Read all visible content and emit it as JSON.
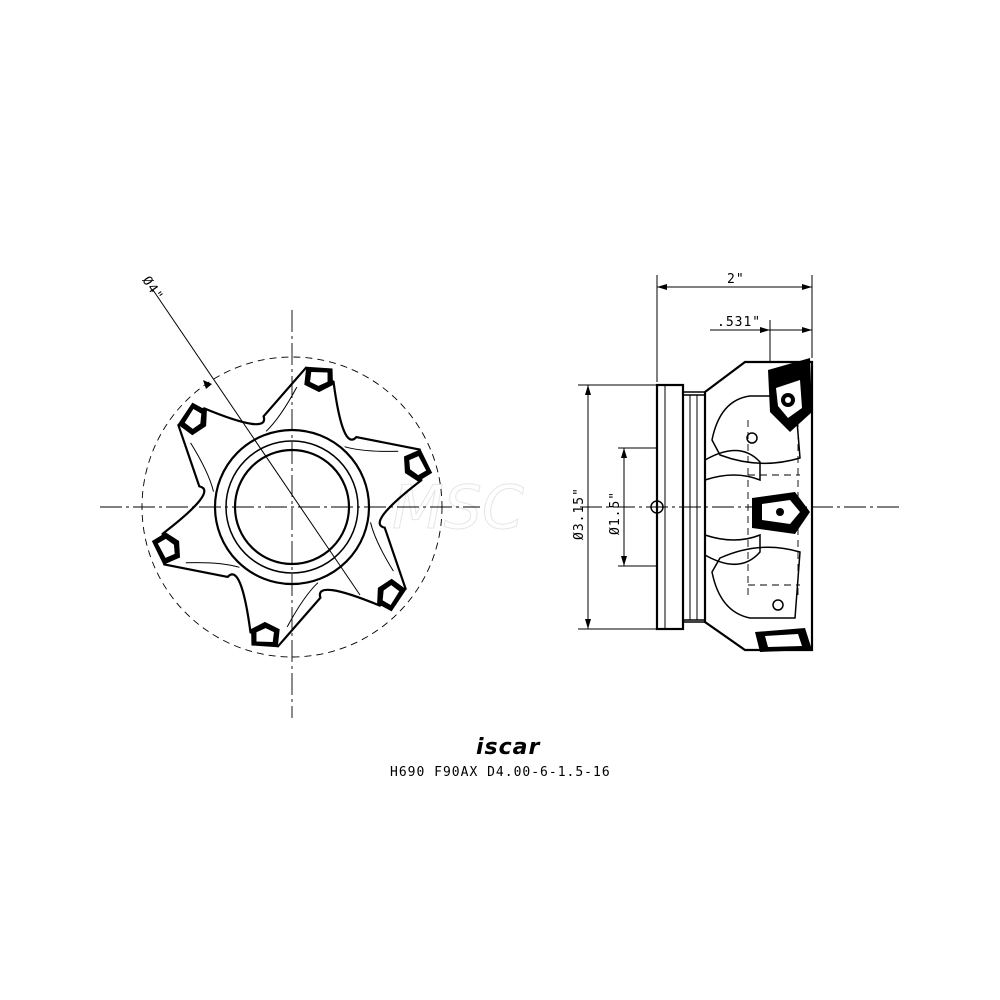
{
  "front_view": {
    "dim_diameter": "Ø4\""
  },
  "side_view": {
    "dim_length": "2\"",
    "dim_offset": ".531\"",
    "dim_body_diameter": "Ø3.15\"",
    "dim_bore_diameter": "Ø1.5\""
  },
  "title_block": {
    "logo": "iscar",
    "part_number": "H690 F90AX D4.00-6-1.5-16"
  }
}
